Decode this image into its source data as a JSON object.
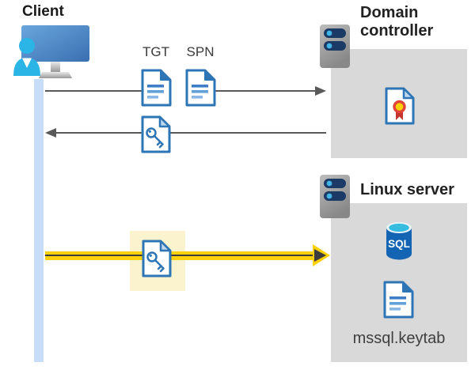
{
  "client": {
    "label": "Client"
  },
  "tickets": {
    "tgt": "TGT",
    "spn": "SPN"
  },
  "domain_controller": {
    "label": "Domain controller"
  },
  "linux_server": {
    "label": "Linux server",
    "sql_badge": "SQL",
    "keytab": "mssql.keytab"
  },
  "icons": {
    "client": "client-workstation-icon",
    "domain_controller": "server-icon",
    "linux_server": "server-icon",
    "tgt": "document-icon",
    "spn": "document-icon",
    "service_ticket": "key-file-icon",
    "highlighted_ticket": "key-file-icon",
    "certificate": "certificate-icon",
    "sql_database": "sql-database-icon",
    "keytab_file": "document-icon"
  },
  "colors": {
    "icon_blue": "#2e75b6",
    "doc_line_blue": "#5b9bd5",
    "box_gray": "#d9d9d9",
    "arrow_gray": "#595959",
    "highlight_yellow": "#ffd10a",
    "highlight_pale_yellow": "#faf3cd",
    "client_lifeline_blue": "#c7ddf8",
    "sql_cylinder_blue": "#1464b4",
    "sql_top_cyan": "#35bcdf",
    "server_bar_navy": "#1c3a66",
    "server_dot_blue": "#41b6e6",
    "cert_ribbon_red": "#d8403a",
    "cert_seal_yellow": "#ffd100",
    "label_dark": "#222222"
  }
}
